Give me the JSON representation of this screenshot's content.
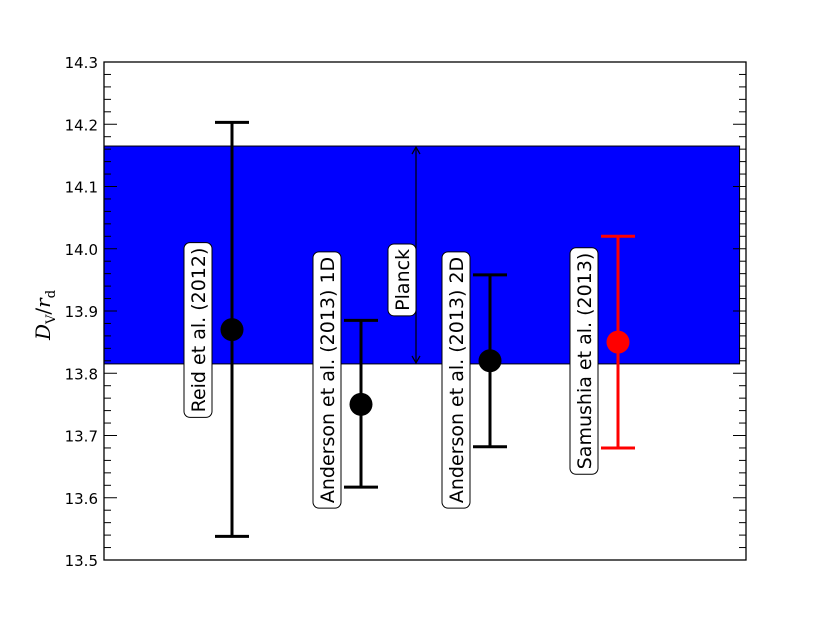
{
  "chart_data": {
    "type": "errorbar",
    "title": "",
    "xlabel": "",
    "ylabel": "D_V/r_d",
    "ylabel_display": {
      "main": "D",
      "sub1": "V",
      "slash": "/",
      "r": "r",
      "sub2": "d"
    },
    "ylim": [
      13.5,
      14.3
    ],
    "xlim": [
      0,
      5
    ],
    "grid": false,
    "legend": null,
    "yticks": [
      13.5,
      13.6,
      13.7,
      13.8,
      13.9,
      14.0,
      14.1,
      14.2,
      14.3
    ],
    "ytick_labels": [
      "13.5",
      "13.6",
      "13.7",
      "13.8",
      "13.9",
      "14.0",
      "14.1",
      "14.2",
      "14.3"
    ],
    "band": {
      "label": "Planck",
      "ymin": 13.815,
      "ymax": 14.165,
      "xmin": 0,
      "xmax": 4.95,
      "color": "#0000ff"
    },
    "points": [
      {
        "label": "Reid et al. (2012)",
        "x": 1,
        "y": 13.87,
        "yerr_low": 13.538,
        "yerr_high": 14.203,
        "color": "#000000",
        "label_x": 0.76,
        "label_center_y": 13.93
      },
      {
        "label": "Anderson et al. (2013) 1D",
        "x": 2,
        "y": 13.75,
        "yerr_low": 13.617,
        "yerr_high": 13.885,
        "color": "#000000",
        "label_x": 1.78,
        "label_center_y": 13.77
      },
      {
        "label": "Anderson et al. (2013) 2D",
        "x": 3,
        "y": 13.82,
        "yerr_low": 13.682,
        "yerr_high": 13.958,
        "color": "#000000",
        "label_x": 2.78,
        "label_center_y": 13.77
      },
      {
        "label": "Samushia et al. (2013)",
        "x": 4,
        "y": 13.85,
        "yerr_low": 13.68,
        "yerr_high": 14.02,
        "color": "#ff0000",
        "label_x": 3.76,
        "label_center_y": 13.9
      }
    ],
    "annotations": [
      {
        "text": "Planck",
        "x": 2.5,
        "center_y": 13.95,
        "arrow_from": 14.165,
        "arrow_to": 13.815,
        "arrow_x": 2.5
      }
    ]
  }
}
